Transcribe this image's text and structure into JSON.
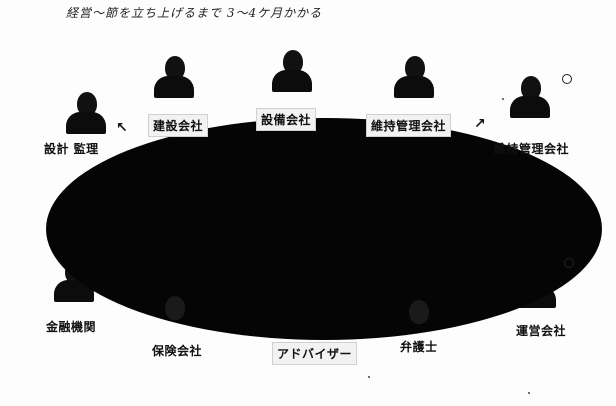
{
  "note": "経営〜節を立ち上げるまで 3〜4ケ月かかる",
  "labels": {
    "design_management": "設計 監理",
    "construction_company": "建設会社",
    "equipment_company": "設備会社",
    "maintenance_company_inner": "維持管理会社",
    "maintenance_company_outer": "維持管理会社",
    "financial_institution": "金融機関",
    "insurance_company": "保険会社",
    "advisor": "アドバイザー",
    "lawyer": "弁護士",
    "operating_company": "運営会社"
  },
  "icons": {
    "person": "person-silhouette-icon",
    "arrow": "arrow-icon",
    "circle": "circle-mark-icon"
  },
  "colors": {
    "table": "#050505",
    "silhouette": "#111111",
    "label_box": "#f2f2f2"
  }
}
